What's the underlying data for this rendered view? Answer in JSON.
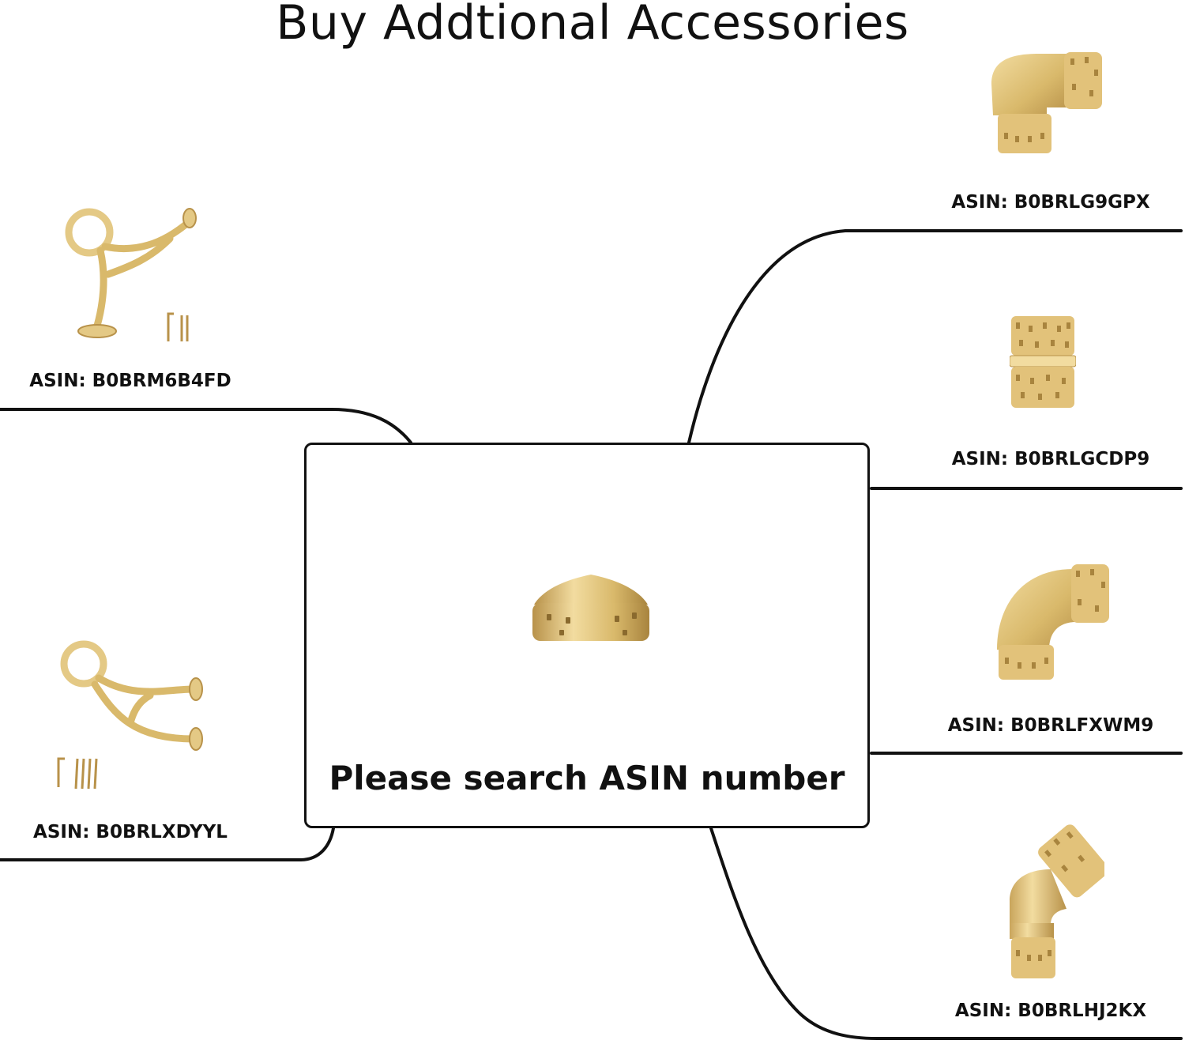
{
  "title": "Buy Addtional Accessories",
  "center": {
    "label": "Please search ASIN number"
  },
  "products": {
    "left_top": {
      "asin": "ASIN: B0BRM6B4FD",
      "icon": "wall-bracket-icon"
    },
    "left_bottom": {
      "asin": "ASIN: B0BRLXDYYL",
      "icon": "bar-bracket-icon"
    },
    "right_1": {
      "asin": "ASIN: B0BRLG9GPX",
      "icon": "flush-elbow-icon"
    },
    "right_2": {
      "asin": "ASIN: B0BRLGCDP9",
      "icon": "splice-connector-icon"
    },
    "right_3": {
      "asin": "ASIN: B0BRLFXWM9",
      "icon": "radius-elbow-icon"
    },
    "right_4": {
      "asin": "ASIN: B0BRLHJ2KX",
      "icon": "angle-elbow-icon"
    },
    "center": {
      "icon": "end-cap-icon"
    }
  },
  "colors": {
    "brass_light": "#f2dca0",
    "brass_mid": "#d9b96b",
    "brass_dark": "#b8924a",
    "line": "#111111"
  }
}
